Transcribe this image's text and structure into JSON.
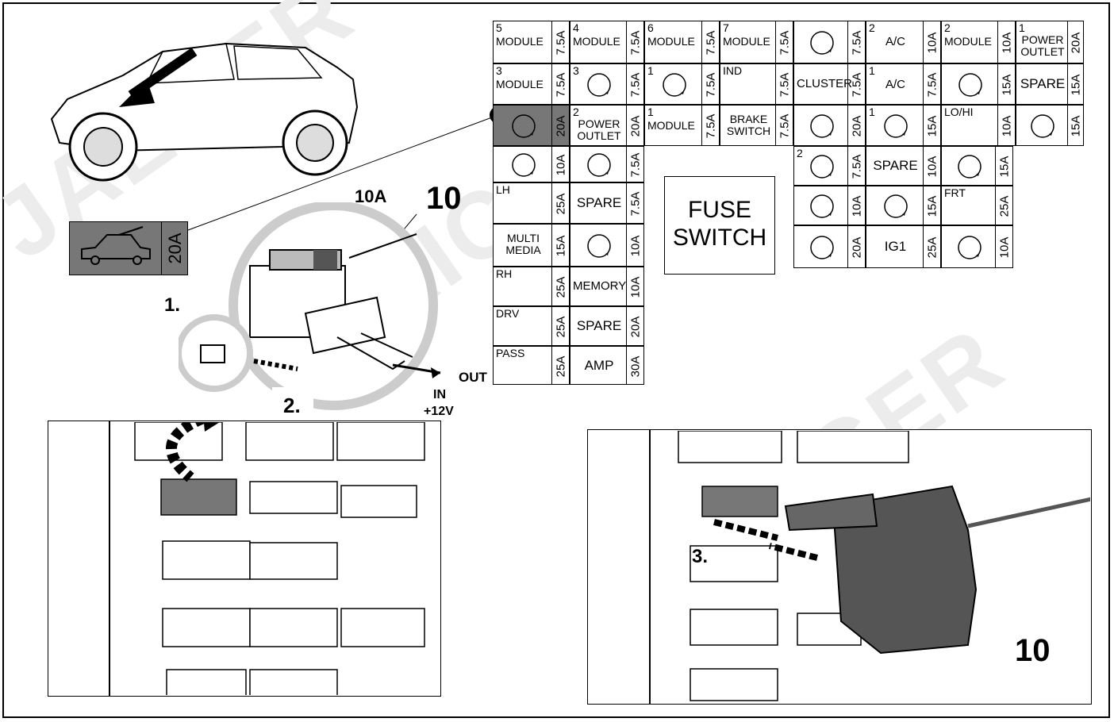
{
  "callouts": {
    "ref_number": "10",
    "ref_number_bottom": "10",
    "fuse_rating": "10A",
    "step1": "1.",
    "step2": "2.",
    "step3": "3.",
    "out_label": "OUT",
    "in_label": "IN",
    "in_voltage": "+12V",
    "inset_rating": "20A"
  },
  "fuse_switch": {
    "line1": "FUSE",
    "line2": "SWITCH"
  },
  "left_block": [
    {
      "num": "5",
      "label": "MODULE",
      "rating": "7.5A"
    },
    {
      "num": "4",
      "label": "MODULE",
      "rating": "7.5A"
    },
    {
      "num": "6",
      "label": "MODULE",
      "rating": "7.5A"
    },
    {
      "num": "7",
      "label": "MODULE",
      "rating": "7.5A"
    },
    {
      "num": "3",
      "label": "MODULE",
      "rating": "7.5A"
    },
    {
      "num": "3",
      "label": "",
      "rating": "7.5A"
    },
    {
      "num": "1",
      "label": "",
      "rating": "7.5A"
    },
    {
      "num": "",
      "label": "IND",
      "rating": "7.5A"
    },
    {
      "num": "",
      "label": "",
      "rating": "20A"
    },
    {
      "num": "2",
      "label": "POWER OUTLET",
      "rating": "20A"
    },
    {
      "num": "1",
      "label": "MODULE",
      "rating": "7.5A"
    },
    {
      "num": "",
      "label": "BRAKE SWITCH",
      "rating": "7.5A"
    },
    {
      "num": "",
      "label": "",
      "rating": "10A"
    },
    {
      "num": "",
      "label": "",
      "rating": "7.5A"
    },
    {
      "num": "",
      "label": "LH",
      "rating": "25A"
    },
    {
      "num": "",
      "label": "SPARE",
      "rating": "7.5A"
    },
    {
      "num": "",
      "label": "MULTI MEDIA",
      "rating": "15A"
    },
    {
      "num": "",
      "label": "",
      "rating": "10A"
    },
    {
      "num": "",
      "label": "RH",
      "rating": "25A"
    },
    {
      "num": "",
      "label": "MEMORY",
      "rating": "10A"
    },
    {
      "num": "",
      "label": "DRV",
      "rating": "25A"
    },
    {
      "num": "",
      "label": "SPARE",
      "rating": "20A"
    },
    {
      "num": "",
      "label": "PASS",
      "rating": "25A"
    },
    {
      "num": "",
      "label": "AMP",
      "rating": "30A"
    }
  ],
  "right_block": [
    {
      "num": "",
      "label": "",
      "rating": "7.5A"
    },
    {
      "num": "2",
      "label": "A/C",
      "rating": "10A"
    },
    {
      "num": "2",
      "label": "MODULE",
      "rating": "10A"
    },
    {
      "num": "1",
      "label": "POWER OUTLET",
      "rating": "20A"
    },
    {
      "num": "",
      "label": "CLUSTER",
      "rating": "7.5A"
    },
    {
      "num": "1",
      "label": "A/C",
      "rating": "7.5A"
    },
    {
      "num": "",
      "label": "",
      "rating": "15A"
    },
    {
      "num": "",
      "label": "SPARE",
      "rating": "15A"
    },
    {
      "num": "",
      "label": "",
      "rating": "20A"
    },
    {
      "num": "1",
      "label": "",
      "rating": "15A"
    },
    {
      "num": "",
      "label": "LO/HI",
      "rating": "10A"
    },
    {
      "num": "",
      "label": "",
      "rating": "15A"
    },
    {
      "num": "2",
      "label": "",
      "rating": "7.5A"
    },
    {
      "num": "",
      "label": "SPARE",
      "rating": "10A"
    },
    {
      "num": "",
      "label": "",
      "rating": "15A"
    },
    {
      "num": "",
      "label": "",
      "rating": "10A"
    },
    {
      "num": "",
      "label": "",
      "rating": "15A"
    },
    {
      "num": "",
      "label": "FRT",
      "rating": "25A"
    },
    {
      "num": "",
      "label": "",
      "rating": "20A"
    },
    {
      "num": "",
      "label": "IG1",
      "rating": "25A"
    },
    {
      "num": "",
      "label": "",
      "rating": "10A"
    }
  ],
  "watermark": [
    "ERICH JAEGER",
    "ERICH JAEGER",
    "ERICH JAEGER"
  ],
  "icons": [
    "car-trunk-icon",
    "steering-circle-icon",
    "airbag-icon",
    "door-icon",
    "dome-light-icon",
    "horn-icon",
    "seat-icon",
    "wiper-icon",
    "defrost-icon",
    "seat-heater-icon",
    "gauge-icon"
  ]
}
